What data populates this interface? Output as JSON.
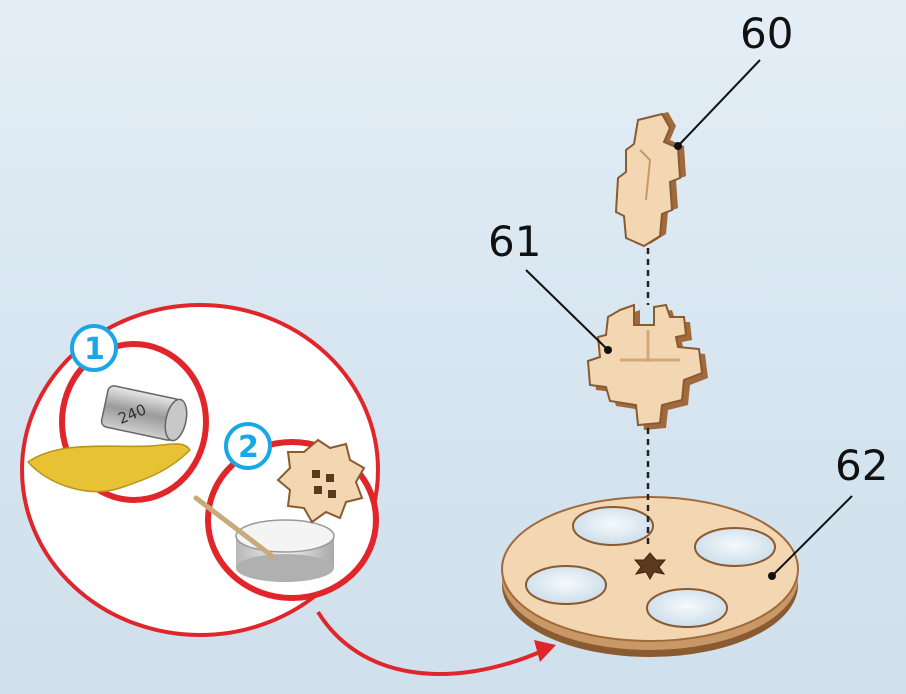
{
  "parts": {
    "p60": "60",
    "p61": "61",
    "p62": "62"
  },
  "steps": {
    "s1": "1",
    "s2": "2"
  },
  "sandpaper_grit": "240",
  "icons": {
    "sandpaper": "sandpaper-roll-icon",
    "glue": "glue-pot-icon",
    "gear": "gear-icon"
  },
  "colors": {
    "callout_red": "#e0262a",
    "step_blue": "#1aa7e6",
    "wood_light": "#f3d7b3",
    "wood_edge": "#a06a3c",
    "sandpaper_yellow": "#e6c234"
  }
}
